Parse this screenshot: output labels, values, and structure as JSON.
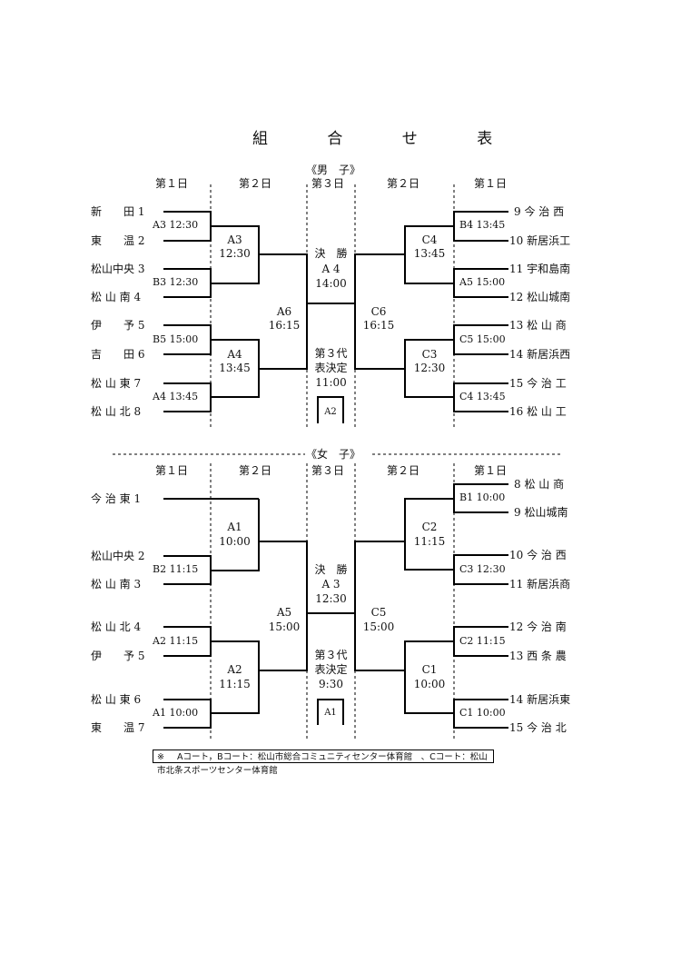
{
  "title": "組 合 せ 表",
  "men": {
    "label": "《男　子》",
    "headers": [
      "第１日",
      "第２日",
      "第３日",
      "第２日",
      "第１日"
    ],
    "left_teams": [
      "新　　田 1",
      "東　　温 2",
      "松山中央 3",
      "松 山 南 4",
      "伊　　予 5",
      "吉　　田 6",
      "松 山 東 7",
      "松 山 北 8"
    ],
    "right_teams": [
      "9 今 治 西",
      "10 新居浜工",
      "11 宇和島南",
      "12 松山城南",
      "13 松 山 商",
      "14 新居浜西",
      "15 今 治 工",
      "16 松 山 工"
    ],
    "r1_left": [
      "A3 12:30",
      "B3 12:30",
      "B5 15:00",
      "A4 13:45"
    ],
    "r1_right": [
      "B4 13:45",
      "A5 15:00",
      "C5 15:00",
      "C4 13:45"
    ],
    "r2_left": [
      [
        "A3",
        "12:30"
      ],
      [
        "A4",
        "13:45"
      ]
    ],
    "r2_right": [
      [
        "C4",
        "13:45"
      ],
      [
        "C3",
        "12:30"
      ]
    ],
    "semi_left": [
      "A6",
      "16:15"
    ],
    "semi_right": [
      "C6",
      "16:15"
    ],
    "final": [
      "決　勝",
      "A 4",
      "14:00"
    ],
    "third": [
      "第３代",
      "表決定",
      "11:00"
    ],
    "third_court": "A2"
  },
  "women": {
    "label": "《女　子》",
    "headers": [
      "第１日",
      "第２日",
      "第３日",
      "第２日",
      "第１日"
    ],
    "left_teams": [
      "今 治 東 1",
      "松山中央 2",
      "松 山 南 3",
      "松 山 北 4",
      "伊　　予 5",
      "松 山 東 6",
      "東　　温 7"
    ],
    "right_teams": [
      "8 松 山 商",
      "9 松山城南",
      "10 今 治 西",
      "11 新居浜商",
      "12 今 治 南",
      "13 西 条 農",
      "14 新居浜東",
      "15 今 治 北"
    ],
    "r1_left": [
      "B2 11:15",
      "A2 11:15",
      "A1 10:00"
    ],
    "r1_right": [
      "B1 10:00",
      "C3 12:30",
      "C2 11:15",
      "C1 10:00"
    ],
    "r2_left": [
      [
        "A1",
        "10:00"
      ],
      [
        "A2",
        "11:15"
      ]
    ],
    "r2_right": [
      [
        "C2",
        "11:15"
      ],
      [
        "C1",
        "10:00"
      ]
    ],
    "semi_left": [
      "A5",
      "15:00"
    ],
    "semi_right": [
      "C5",
      "15:00"
    ],
    "final": [
      "決　勝",
      "A 3",
      "12:30"
    ],
    "third": [
      "第３代",
      "表決定",
      "9:30"
    ],
    "third_court": "A1"
  },
  "note": {
    "mark": "※",
    "text": "Aコート，Bコート：松山市総合コミュニティセンター体育館　、Cコート：松山市北条スポーツセンター体育館"
  }
}
